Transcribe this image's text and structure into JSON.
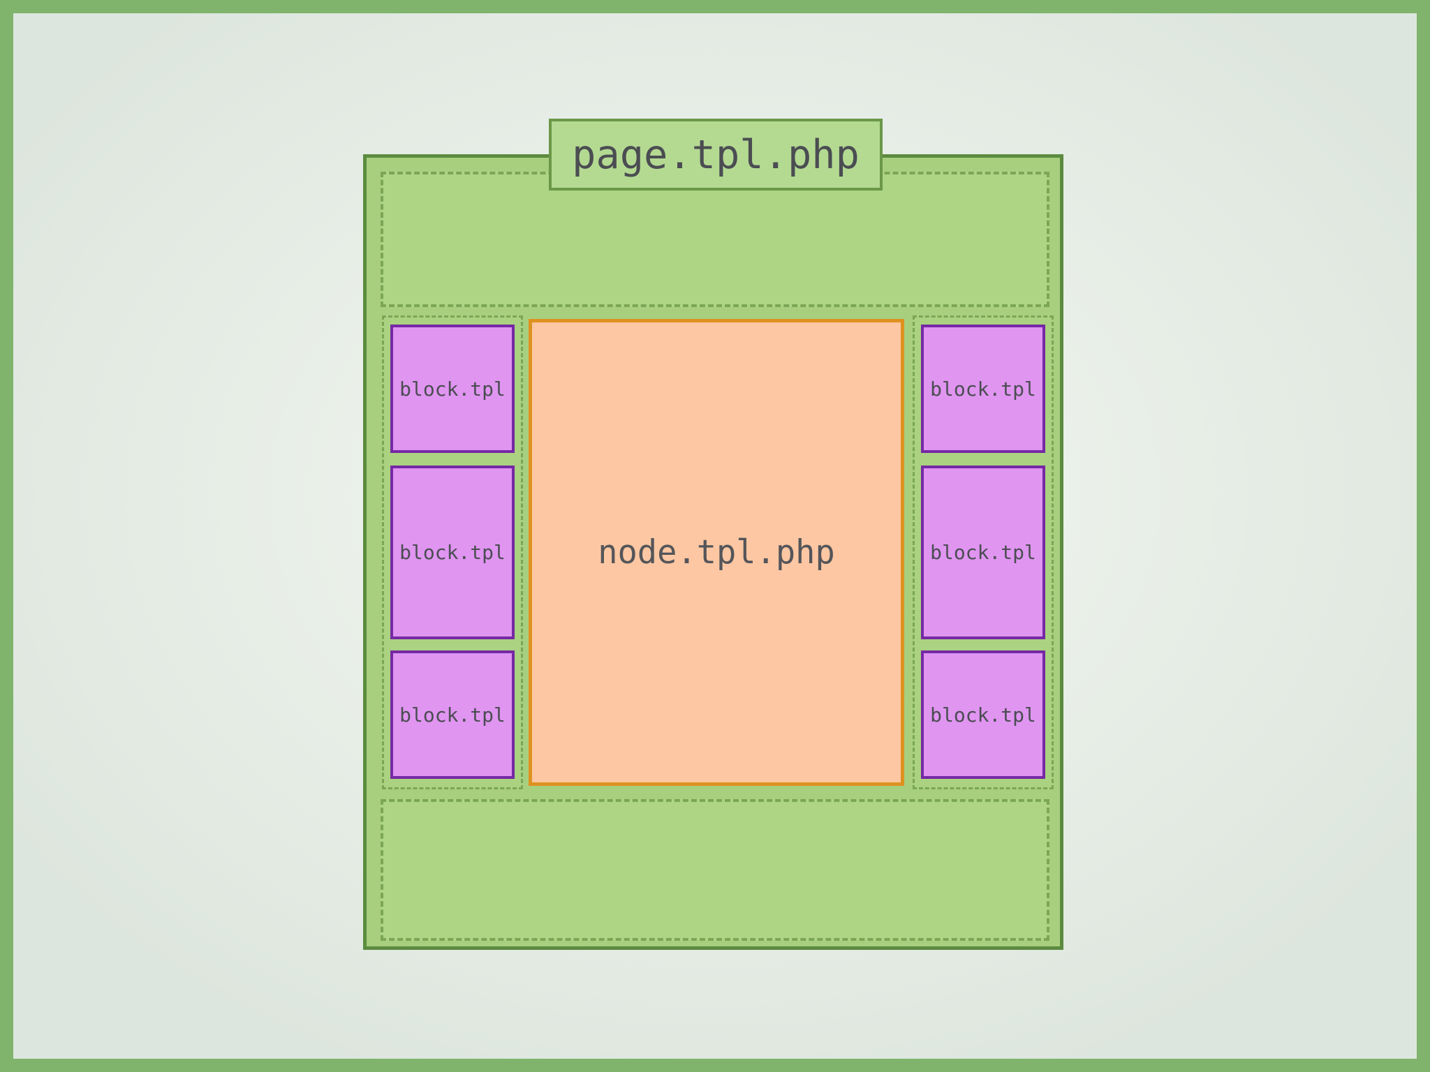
{
  "diagram": {
    "title_tab": {
      "label": "page.tpl.php"
    },
    "node_box": {
      "label": "node.tpl.php"
    },
    "left_sidebar": {
      "blocks": [
        {
          "label": "block.tpl"
        },
        {
          "label": "block.tpl"
        },
        {
          "label": "block.tpl"
        }
      ]
    },
    "right_sidebar": {
      "blocks": [
        {
          "label": "block.tpl"
        },
        {
          "label": "block.tpl"
        },
        {
          "label": "block.tpl"
        }
      ]
    },
    "colors": {
      "frame_border": "#80b46d",
      "backdrop_center": "#f3f6f2",
      "backdrop_edge": "#dde6de",
      "container_fill": "#a8cf7e",
      "container_border": "#5c8b3f",
      "region_fill": "#aed584",
      "region_border": "#7aa656",
      "tab_fill": "#b4da92",
      "tab_border": "#6b9749",
      "block_fill": "#e095f1",
      "block_border": "#7529a4",
      "node_fill": "#fcc7a2",
      "node_border": "#df9120",
      "label_text": "#4b4d52"
    }
  }
}
